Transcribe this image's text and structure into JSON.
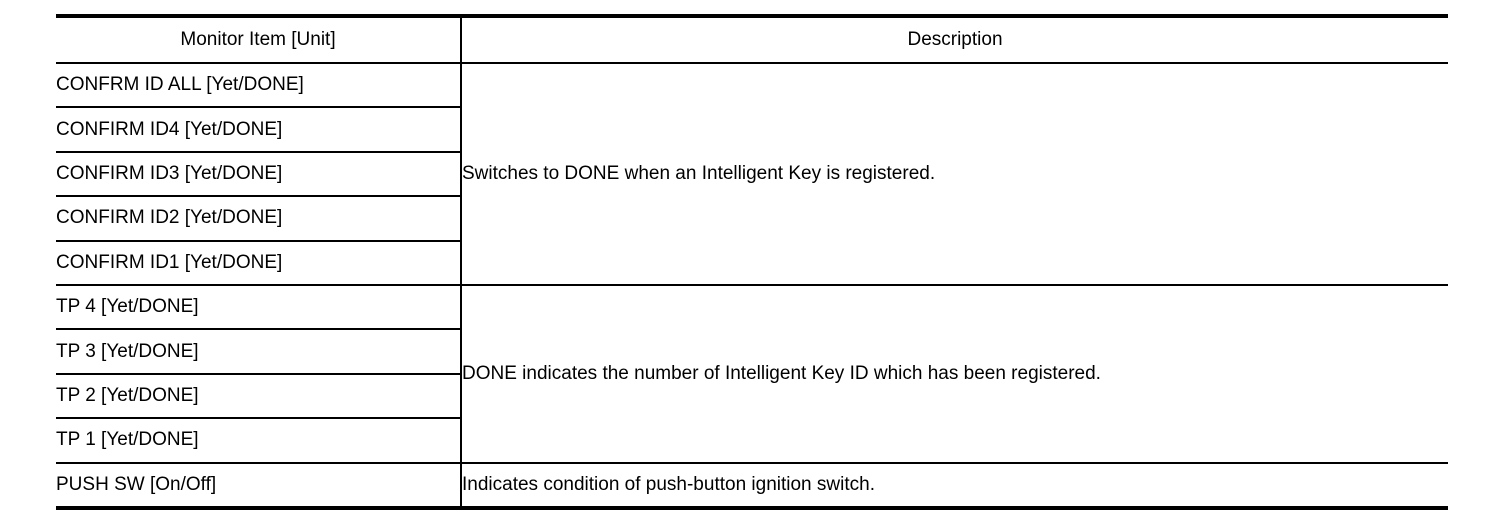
{
  "table": {
    "headers": {
      "item": "Monitor Item [Unit]",
      "description": "Description"
    },
    "rows": [
      {
        "item": "CONFRM ID ALL [Yet/DONE]"
      },
      {
        "item": "CONFIRM ID4 [Yet/DONE]"
      },
      {
        "item": "CONFIRM ID3 [Yet/DONE]"
      },
      {
        "item": "CONFIRM ID2 [Yet/DONE]"
      },
      {
        "item": "CONFIRM ID1 [Yet/DONE]"
      },
      {
        "item": "TP 4 [Yet/DONE]"
      },
      {
        "item": "TP 3 [Yet/DONE]"
      },
      {
        "item": "TP 2 [Yet/DONE]"
      },
      {
        "item": "TP 1 [Yet/DONE]"
      },
      {
        "item": "PUSH SW [On/Off]"
      }
    ],
    "descriptions": [
      {
        "text": "Switches to DONE when an Intelligent Key is registered.",
        "rowspan": 5
      },
      {
        "text": "DONE indicates the number of Intelligent Key ID which has been registered.",
        "rowspan": 4
      },
      {
        "text": "Indicates condition of push-button ignition switch.",
        "rowspan": 1
      }
    ]
  },
  "colors": {
    "text": "#000000",
    "rule": "#000000",
    "background": "#ffffff"
  }
}
